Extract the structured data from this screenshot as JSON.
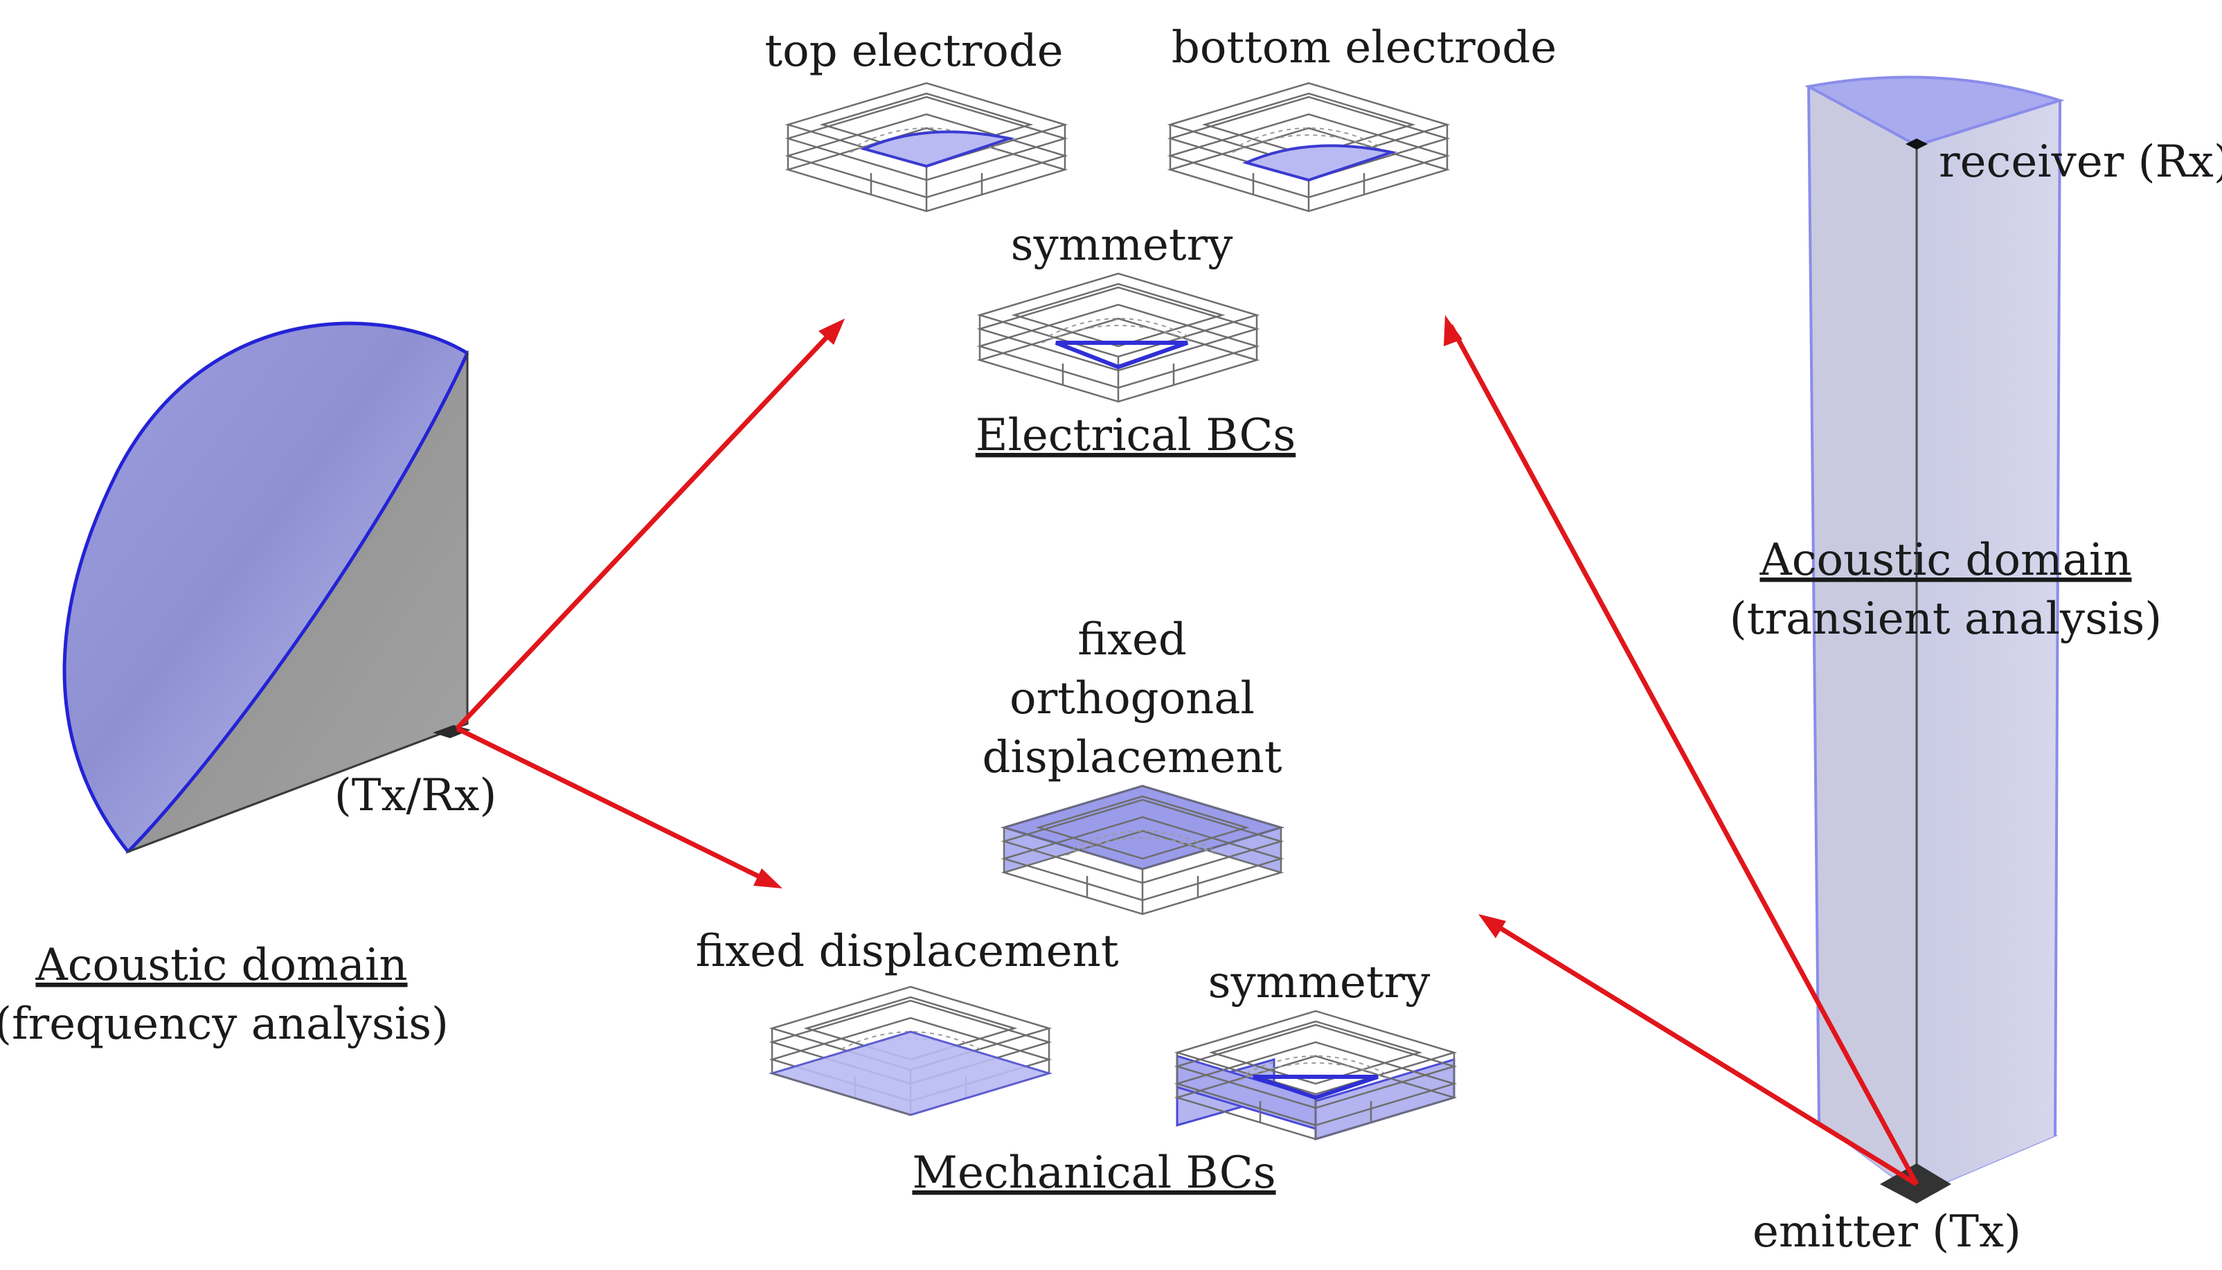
{
  "labels": {
    "top_electrode": "top electrode",
    "bottom_electrode": "bottom electrode",
    "symmetry_electrical": "symmetry",
    "electrical_bcs": "Electrical BCs",
    "fixed_orthogonal_line1": "fixed",
    "fixed_orthogonal_line2": "orthogonal",
    "fixed_orthogonal_line3": "displacement",
    "fixed_displacement": "fixed displacement",
    "symmetry_mechanical": "symmetry",
    "mechanical_bcs": "Mechanical BCs",
    "txrx": "(Tx/Rx)",
    "acoustic_domain_left": "Acoustic domain",
    "frequency_analysis": "(frequency analysis)",
    "acoustic_domain_right": "Acoustic domain",
    "transient_analysis": "(transient analysis)",
    "receiver": "receiver (Rx)",
    "emitter": "emitter (Tx)"
  },
  "colors": {
    "highlight_fill": "#b9baf2",
    "highlight_edge": "#2f2fd6",
    "arrow": "#e0161b",
    "gray_face": "#9a9a9a"
  }
}
